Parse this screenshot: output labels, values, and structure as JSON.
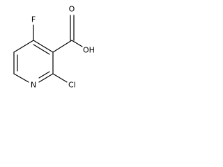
{
  "molecule": {
    "atoms": {
      "fluorine": "F",
      "nitrogen": "N",
      "chlorine": "Cl",
      "hydroxyl": "OH",
      "carbonyl_oxygen": "O"
    }
  }
}
